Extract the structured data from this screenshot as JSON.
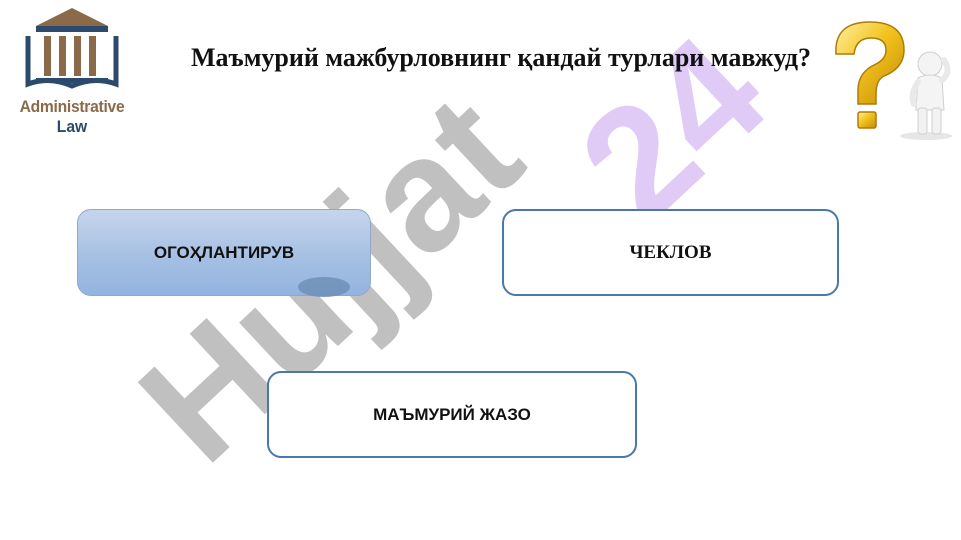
{
  "logo": {
    "line1": "Administrative",
    "line2": "Law"
  },
  "title": "Маъмурий мажбурловнинг қандай турлари мавжуд?",
  "boxes": [
    {
      "label": "ОГОҲЛАНТИРУВ"
    },
    {
      "label": "ЧЕКЛОВ"
    },
    {
      "label": "МАЪМУРИЙ ЖАЗО"
    }
  ],
  "watermark": {
    "part1": "Hujjat",
    "part2": "24"
  },
  "icons": {
    "logo": "courthouse-icon",
    "illustration": "question-mark-figure-icon"
  },
  "colors": {
    "box_border": "#4a78ad",
    "box_fill_selected": "#a6c0e3",
    "watermark_gray": "#b5b5b5",
    "watermark_purple": "#dcc5f5",
    "logo_brown": "#8a6a48",
    "logo_navy": "#2c4a6b"
  }
}
